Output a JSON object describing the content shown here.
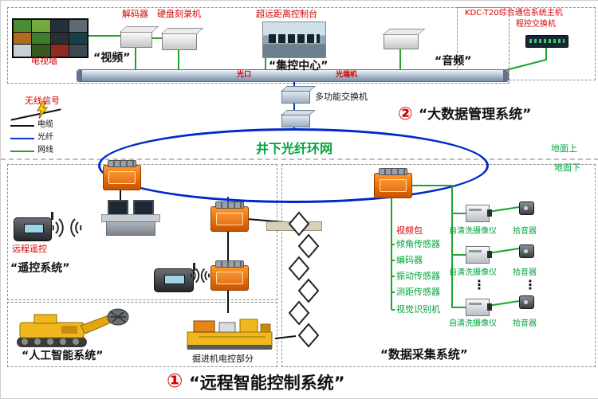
{
  "header": {
    "label_decoder": "解码器",
    "label_recorder": "硬盘刻录机",
    "label_console": "超远距离控制台",
    "label_kdc": "KDC-T20综合通信系统主机",
    "label_pbx": "程控交换机",
    "label_tvwall": "电视墙",
    "title_video": "“视频”",
    "title_center": "“集控中心”",
    "title_audio": "“音频”",
    "bus_tag_left": "光口",
    "bus_tag_right": "光端机"
  },
  "network": {
    "label_switch": "多功能交换机",
    "num2": "②",
    "bigdata_title": "“大数据管理系统”",
    "ring_label": "井下光纤环网",
    "ground_above": "地面上",
    "ground_below": "地面下"
  },
  "legend": {
    "wireless": "无线信号",
    "cable": "电缆",
    "fiber": "光纤",
    "lan": "网线"
  },
  "remote": {
    "remote_label": "远程遥控",
    "system_title": "“遥控系统”"
  },
  "ai": {
    "system_title": "“人工智能系统”",
    "machine_label": "掘进机电控部分"
  },
  "daq": {
    "video_pack": "视频包",
    "sensors": [
      "倾角传感器",
      "编码器",
      "振动传感器",
      "测距传感器",
      "视觉识别机"
    ],
    "cameras": [
      "自清洗摄像仪",
      "自清洗摄像仪",
      "自清洗摄像仪"
    ],
    "pickups": [
      "拾音器",
      "拾音器",
      "拾音器"
    ],
    "ellipsis": "⋮",
    "system_title": "“数据采集系统”"
  },
  "footer": {
    "num1": "①",
    "title": "“远程智能控制系统”"
  },
  "colors": {
    "ring_blue": "#0029cc",
    "wire_green": "#1fa32e",
    "fiber_blue": "#0033cc",
    "accent_red": "#d40000",
    "device_orange": "#e86a00",
    "label_green": "#00a33e"
  }
}
